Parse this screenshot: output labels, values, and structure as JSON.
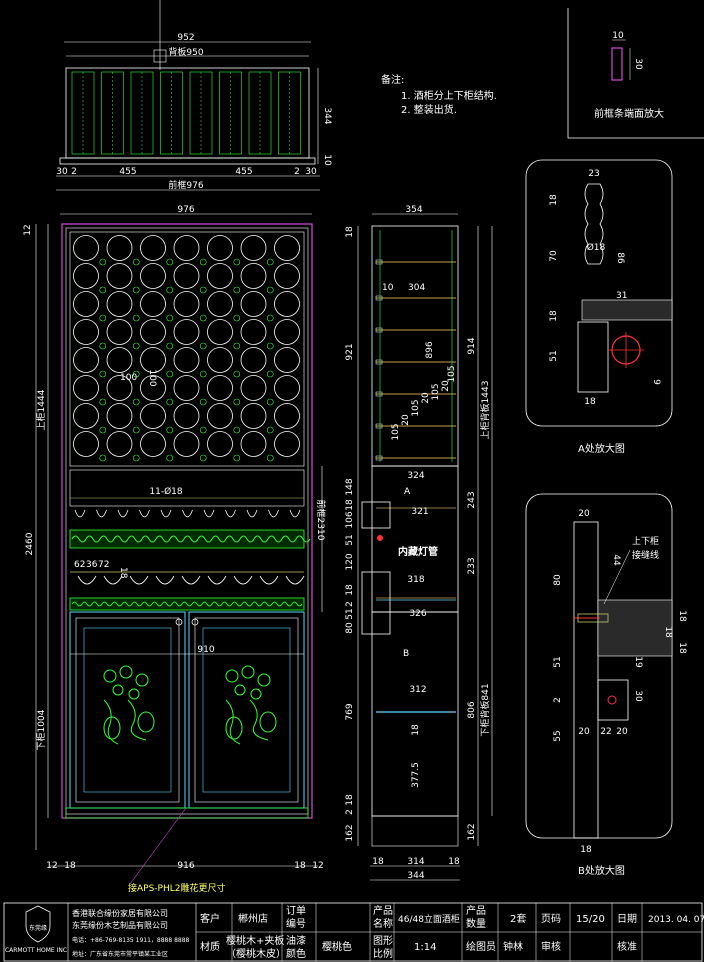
{
  "top_view": {
    "overall_width": "952",
    "back_board": "背板950",
    "depth": "344",
    "thickness": "10",
    "bottom_dims": [
      "30",
      "2",
      "455",
      "455",
      "2",
      "30"
    ],
    "front_frame": "前框976"
  },
  "notes": {
    "title": "备注:",
    "items": [
      "1. 酒柜分上下柜结构.",
      "2. 整装出货."
    ]
  },
  "detail_front_bar": {
    "width": "10",
    "height": "30",
    "caption": "前框条端面放大"
  },
  "front_view": {
    "top_width": "976",
    "overall_height": "2460",
    "top_margin": "12",
    "upper_cabinet": "上柜1444",
    "lower_cabinet": "下柜1004",
    "front_frame_vertical": "前框2310",
    "circle_dia_h": "100",
    "circle_dia_v": "100",
    "glass_holes": "11-Ø18",
    "rack_dims": [
      "62",
      "36",
      "72",
      "18"
    ],
    "door_width": "910",
    "bottom_dims": [
      "12",
      "18",
      "916",
      "18",
      "12"
    ],
    "callout": "接APS-PHL2雕花更尺寸"
  },
  "side_view": {
    "top_width": "354",
    "left_dims": [
      "18",
      "921",
      "148",
      "18",
      "106",
      "51",
      "120",
      "18",
      "2",
      "51",
      "80",
      "769",
      "18",
      "2",
      "162"
    ],
    "right_dims": [
      "914",
      "243",
      "233",
      "806",
      "162"
    ],
    "upper_back": "上柜背板1443",
    "lower_back": "下柜背板841",
    "inner_dims": [
      "10",
      "304",
      "896"
    ],
    "shelf_spacing": [
      "105",
      "20",
      "105",
      "20",
      "105",
      "20",
      "105"
    ],
    "depths": [
      "324",
      "321",
      "318",
      "326",
      "312"
    ],
    "inner_height": [
      "18",
      "377.5"
    ],
    "label_light": "内藏灯管",
    "mark_a": "A",
    "mark_b": "B",
    "bottom_dims": [
      "18",
      "314",
      "18"
    ],
    "bottom_width": "344"
  },
  "detail_a": {
    "dims": [
      "23",
      "18",
      "70",
      "Ø18",
      "86",
      "31",
      "18",
      "51",
      "18",
      "9"
    ],
    "caption": "A处放大图"
  },
  "detail_b": {
    "dims": [
      "20",
      "80",
      "44",
      "18",
      "18",
      "51",
      "19",
      "2",
      "55",
      "30",
      "20",
      "22",
      "20",
      "18",
      "18"
    ],
    "label": "上下柜",
    "label2": "接缝线",
    "caption": "B处放大图"
  },
  "title_block": {
    "company1": "香港联合缘份家居有限公司",
    "company2": "东莞缘份木艺制品有限公司",
    "tel": "电话：+86-769-8135 1911，8888 8888",
    "address": "地址：广东省东莞市常平镇某工业区",
    "brand": "东莞缘",
    "brand_en": "CARMOTT HOME INC",
    "client_label": "客户",
    "client_value": "郴州店",
    "order_label": "订单",
    "order_label2": "编号",
    "product_label": "产品",
    "product_label2": "名称",
    "product_value": "46/48立面酒柜",
    "qty_label": "产品",
    "qty_label2": "数量",
    "qty_value": "2套",
    "page_label": "页码",
    "page_value": "15/20",
    "date_label": "日期",
    "date_value": "2013. 04. 07",
    "material_label": "材质",
    "material_value": "樱桃木+夹板",
    "material_value2": "（樱桃木皮）",
    "color_label": "油漆",
    "color_label2": "颜色",
    "color_value": "樱桃色",
    "scale_label": "图形",
    "scale_label2": "比例",
    "scale_value": "1:14",
    "drawer_label": "绘图员",
    "drawer_value": "钟林",
    "checker_label": "审核",
    "approve_label": "核准"
  },
  "colors": {
    "background": "#000000",
    "outline": "#ffffff",
    "frame": "#d64bd6",
    "carving": "#33ff33",
    "glass": "#5ad6ff",
    "wood": "#c8c86a",
    "shelf": "#c8a04a",
    "accent": "#ff3333"
  }
}
